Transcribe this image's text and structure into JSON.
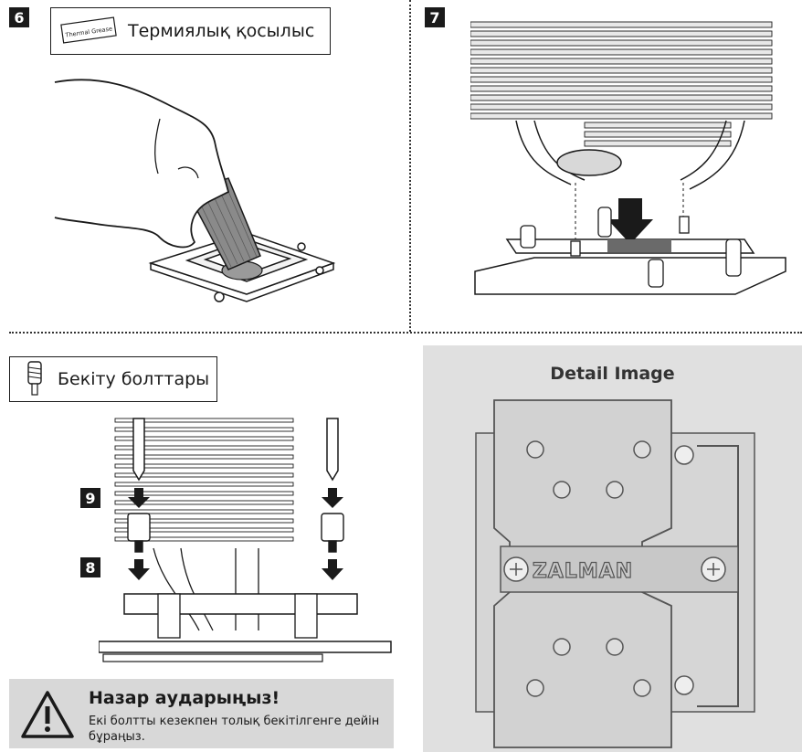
{
  "steps": {
    "step6": {
      "number": "6",
      "label": "Термиялық қосылыс",
      "tube_text": "Thermal Grease"
    },
    "step7": {
      "number": "7"
    },
    "step8": {
      "number": "8"
    },
    "step9": {
      "number": "9"
    }
  },
  "bolts": {
    "label": "Бекіту болттары"
  },
  "warning": {
    "title": "Назар аударыңыз!",
    "body": "Екі болтты кезекпен толық бекітілгенге дейін бұраңыз."
  },
  "detail": {
    "title": "Detail Image",
    "brand": "ZALMAN"
  },
  "colors": {
    "ink": "#1a1a1a",
    "warning_bg": "#d8d8d8",
    "detail_bg": "#e0e0e0",
    "grease": "#9a9a9a"
  },
  "icons": [
    "thermal-grease-tube-icon",
    "screw-icon",
    "warning-triangle-icon",
    "down-arrow-icon"
  ]
}
